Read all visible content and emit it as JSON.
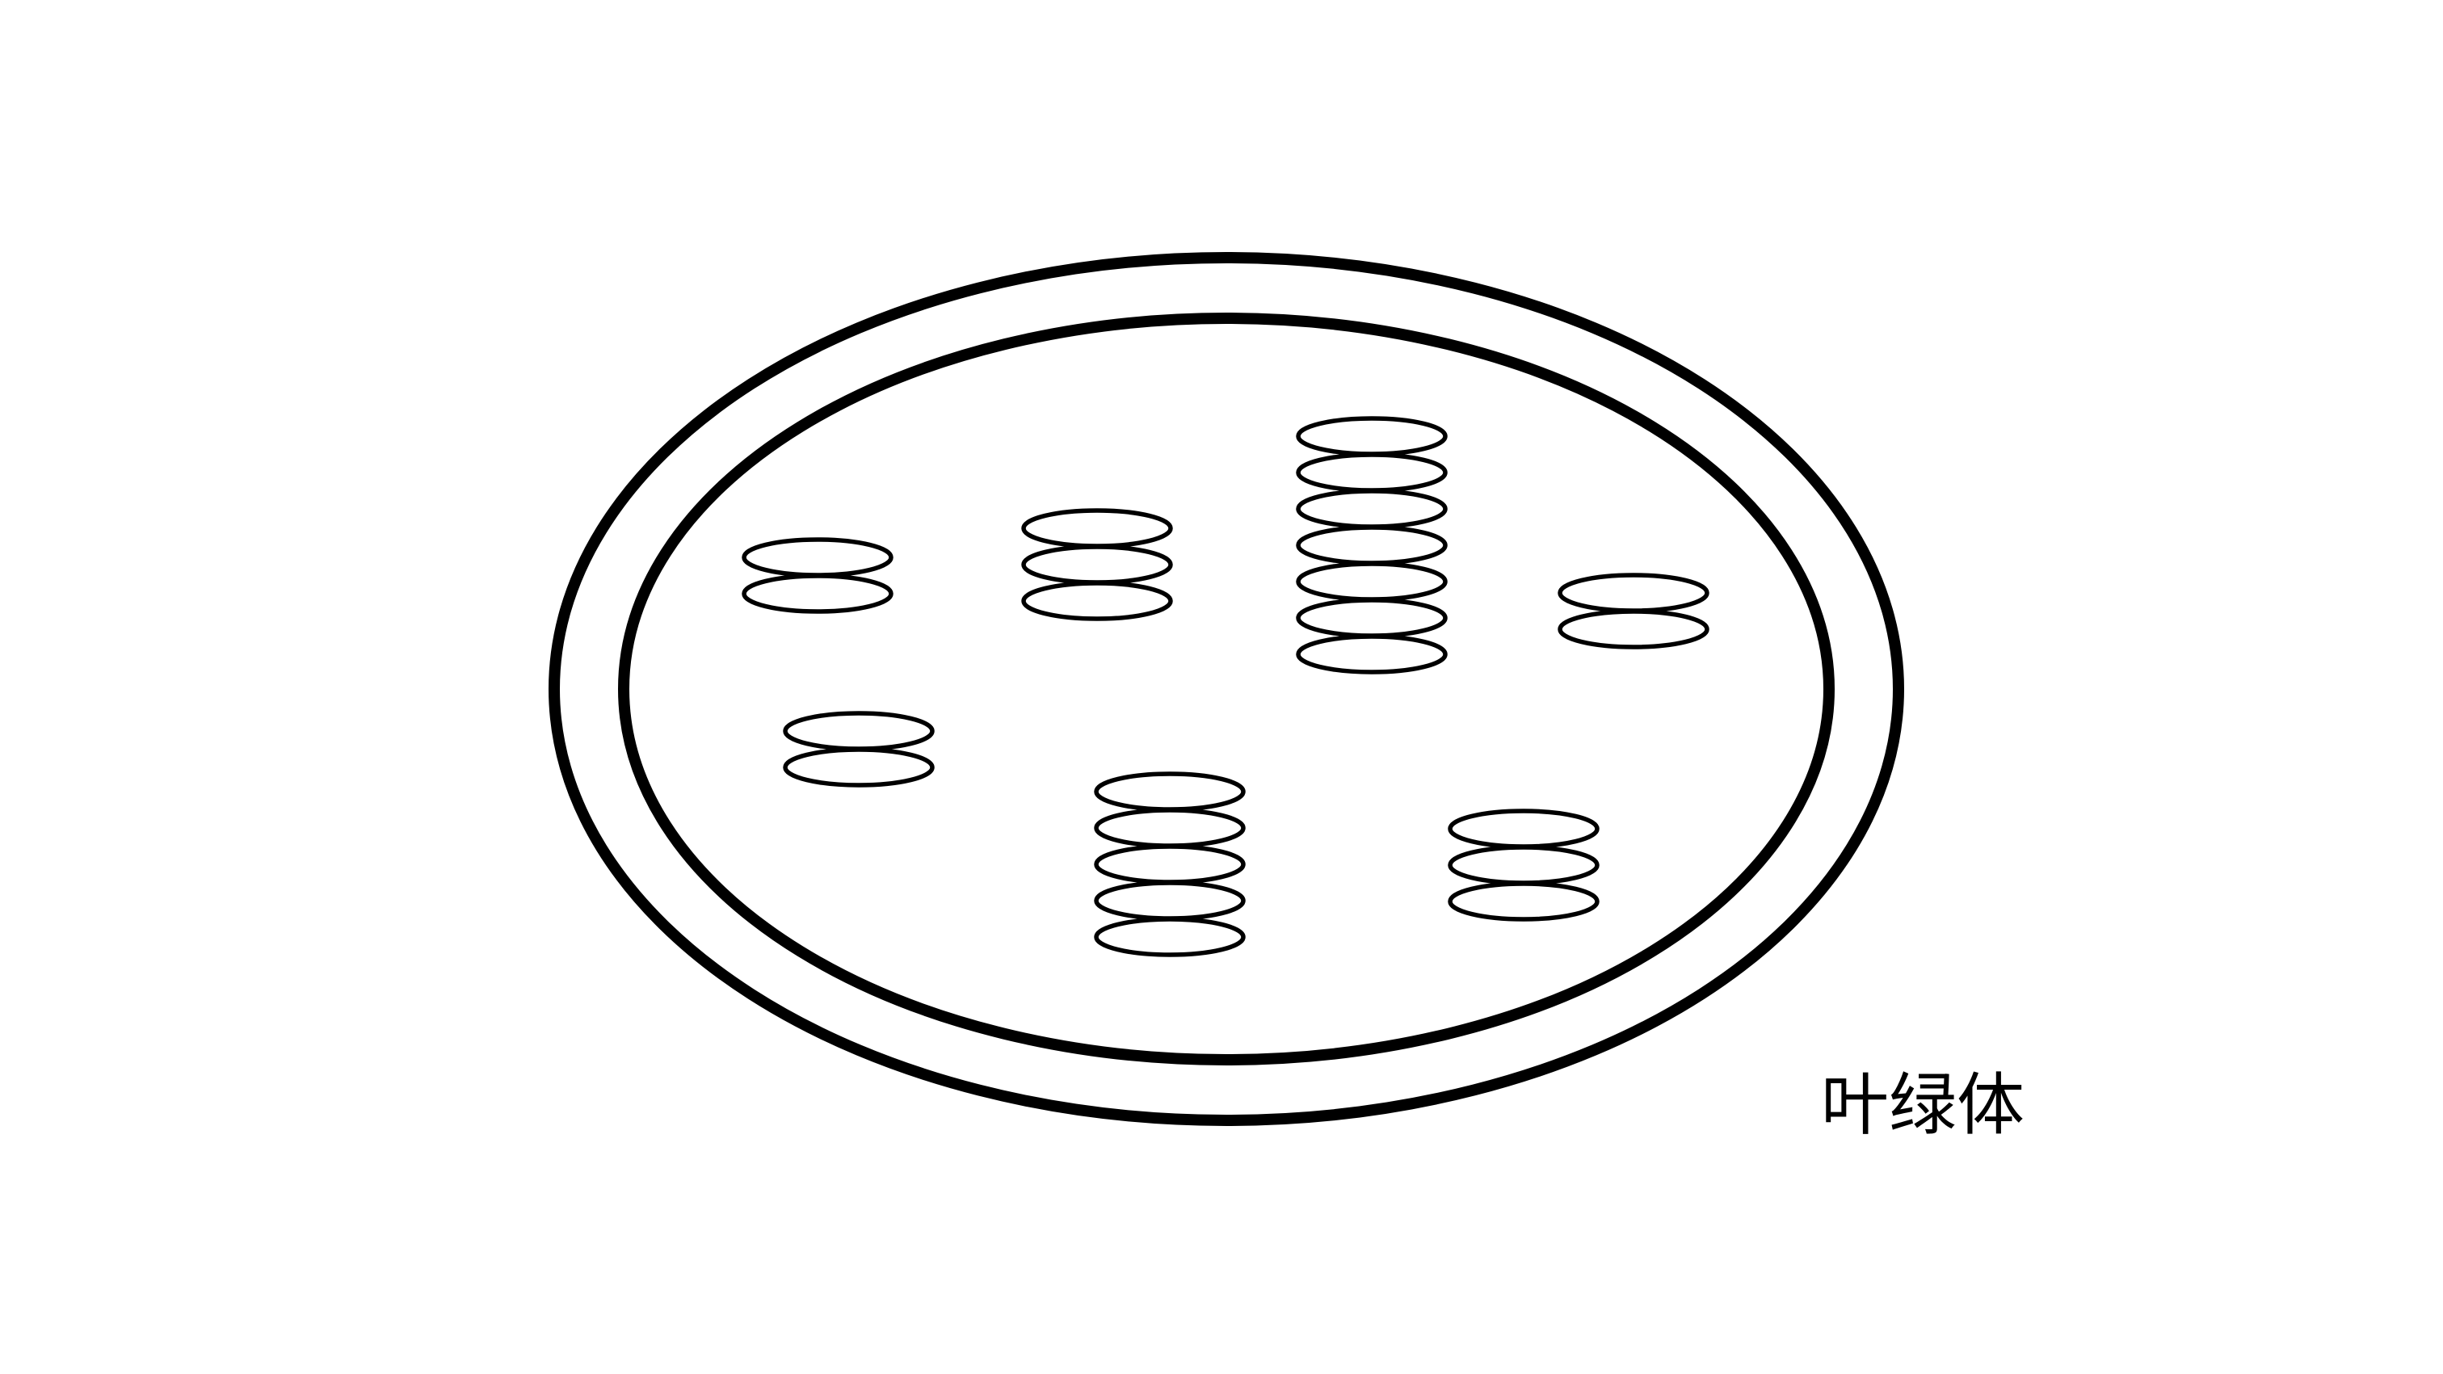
{
  "diagram": {
    "caption": "叶绿体",
    "stroke_color": "#000000",
    "background_color": "#ffffff",
    "parts": [
      {
        "name": "outer-membrane",
        "kind": "membrane"
      },
      {
        "name": "inner-membrane",
        "kind": "membrane"
      },
      {
        "name": "granum",
        "kind": "thylakoid-stack",
        "disc_count": 2
      },
      {
        "name": "granum",
        "kind": "thylakoid-stack",
        "disc_count": 3
      },
      {
        "name": "granum",
        "kind": "thylakoid-stack",
        "disc_count": 7
      },
      {
        "name": "granum",
        "kind": "thylakoid-stack",
        "disc_count": 2
      },
      {
        "name": "granum",
        "kind": "thylakoid-stack",
        "disc_count": 2
      },
      {
        "name": "granum",
        "kind": "thylakoid-stack",
        "disc_count": 5
      },
      {
        "name": "granum",
        "kind": "thylakoid-stack",
        "disc_count": 3
      }
    ]
  }
}
